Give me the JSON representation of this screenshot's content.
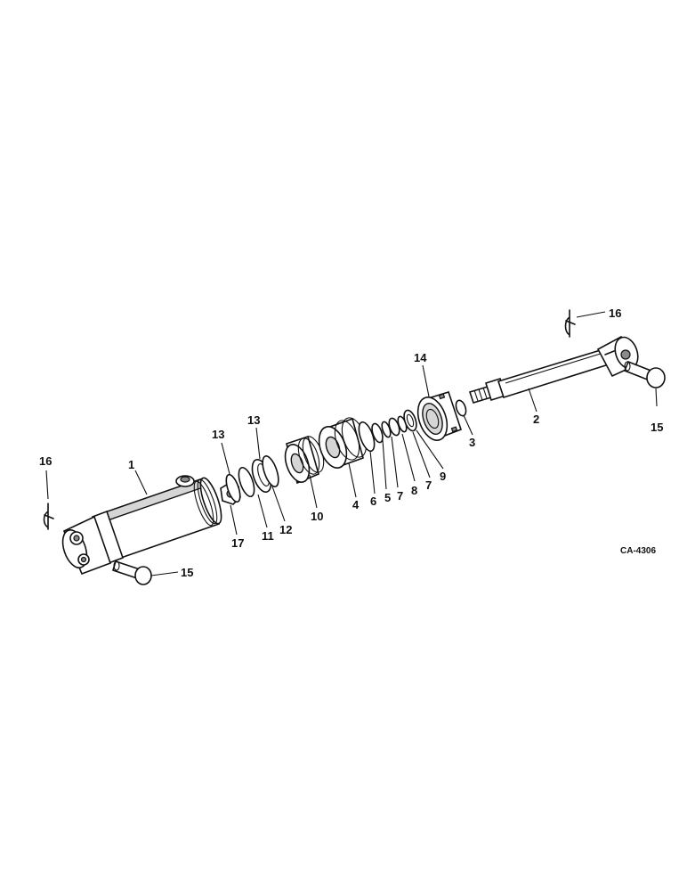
{
  "diagram": {
    "code": "CA-4306",
    "callouts": [
      {
        "id": "c1",
        "text": "1"
      },
      {
        "id": "c2",
        "text": "2"
      },
      {
        "id": "c3",
        "text": "3"
      },
      {
        "id": "c4",
        "text": "4"
      },
      {
        "id": "c5",
        "text": "5"
      },
      {
        "id": "c6",
        "text": "6"
      },
      {
        "id": "c7a",
        "text": "7"
      },
      {
        "id": "c7b",
        "text": "7"
      },
      {
        "id": "c8",
        "text": "8"
      },
      {
        "id": "c9",
        "text": "9"
      },
      {
        "id": "c10",
        "text": "10"
      },
      {
        "id": "c11",
        "text": "11"
      },
      {
        "id": "c12",
        "text": "12"
      },
      {
        "id": "c13a",
        "text": "13"
      },
      {
        "id": "c13b",
        "text": "13"
      },
      {
        "id": "c14",
        "text": "14"
      },
      {
        "id": "c15a",
        "text": "15"
      },
      {
        "id": "c15b",
        "text": "15"
      },
      {
        "id": "c16a",
        "text": "16"
      },
      {
        "id": "c16b",
        "text": "16"
      },
      {
        "id": "c17",
        "text": "17"
      }
    ]
  }
}
